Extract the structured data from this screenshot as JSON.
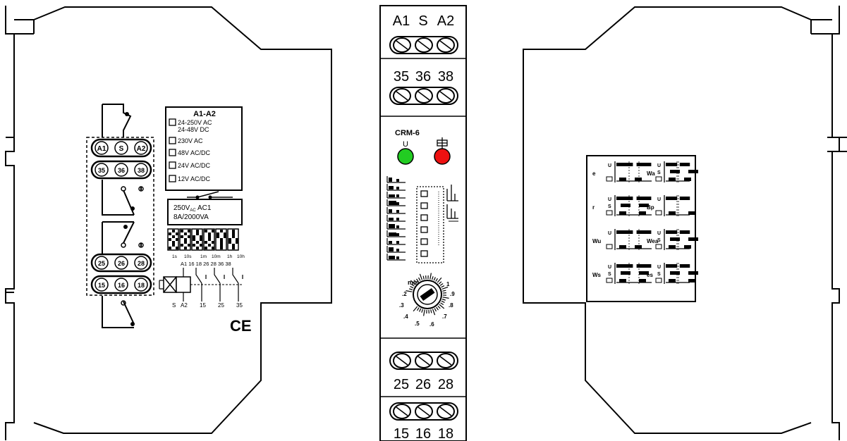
{
  "left_view": {
    "terminals_top": [
      "A1",
      "S",
      "A2"
    ],
    "terminals_mid": [
      "35",
      "36",
      "38"
    ],
    "terminals_b1": [
      "25",
      "26",
      "28"
    ],
    "terminals_b2": [
      "15",
      "16",
      "18"
    ],
    "supply_title": "A1-A2",
    "supply_options": [
      "24-250V AC",
      "24-48V DC",
      "230V AC",
      "48V AC/DC",
      "24V AC/DC",
      "12V AC/DC"
    ],
    "contact_rating_line1": "250V",
    "contact_rating_sub": "AC",
    "contact_rating_line1b": "AC1",
    "contact_rating_line2": "8A/2000VA",
    "range_labels": [
      "1s",
      "10s",
      "1m",
      "10m",
      "1h",
      "10h"
    ],
    "wiring_top": "A1  16  18 26  28 36  38",
    "wiring_bottom": [
      "A2",
      "15",
      "25",
      "35"
    ],
    "wiring_s": "S",
    "ce_mark": "CE"
  },
  "front_view": {
    "terminals_top": [
      "A1",
      "S",
      "A2"
    ],
    "terminals_mid": [
      "35",
      "36",
      "38"
    ],
    "terminals_b1": [
      "25",
      "26",
      "28"
    ],
    "terminals_b2": [
      "15",
      "16",
      "18"
    ],
    "model": "CRM-6",
    "led_u_label": "U",
    "led_u_color": "#22cc22",
    "led_relay_color": "#ee1111",
    "dial_label": "min",
    "dial_numbers": [
      "1",
      ".2",
      ".3",
      ".4",
      ".5",
      ".6",
      ".7",
      ".8",
      ".9"
    ]
  },
  "right_view": {
    "functions_left": [
      {
        "code": "e",
        "rows": [
          "U"
        ]
      },
      {
        "code": "r",
        "rows": [
          "U",
          "S"
        ]
      },
      {
        "code": "Wu",
        "rows": [
          "U"
        ]
      },
      {
        "code": "Ws",
        "rows": [
          "U",
          "S"
        ]
      }
    ],
    "functions_right": [
      {
        "code": "Wa",
        "rows": [
          "U",
          "S"
        ]
      },
      {
        "code": "Bp",
        "rows": [
          "U"
        ]
      },
      {
        "code": "Wea",
        "rows": [
          "U",
          "S"
        ]
      },
      {
        "code": "es",
        "rows": [
          "U",
          "S"
        ]
      }
    ]
  }
}
